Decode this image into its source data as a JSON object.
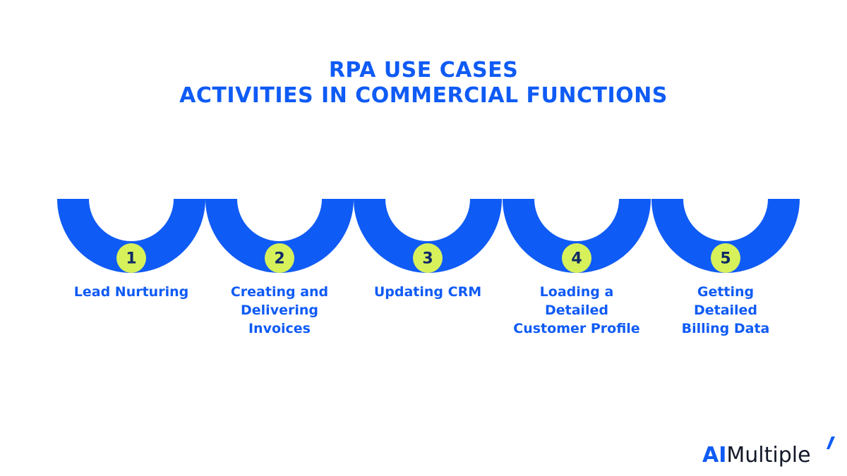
{
  "title": {
    "line1": "RPA USE CASES",
    "line2": "ACTIVITIES IN COMMERCIAL FUNCTIONS"
  },
  "steps": [
    {
      "number": "1",
      "label": "Lead Nurturing"
    },
    {
      "number": "2",
      "label": "Creating and\nDelivering\nInvoices"
    },
    {
      "number": "3",
      "label": "Updating CRM"
    },
    {
      "number": "4",
      "label": "Loading a Detailed\nCustomer Profile"
    },
    {
      "number": "5",
      "label": "Getting\nDetailed\nBilling Data"
    }
  ],
  "logo": {
    "accent_text": "AI",
    "rest_text": "Multiple"
  },
  "colors": {
    "primary_blue": "#0F5BF5",
    "number_circle": "#D7F15B",
    "number_text": "#0F2A66",
    "background": "#FFFFFF"
  }
}
